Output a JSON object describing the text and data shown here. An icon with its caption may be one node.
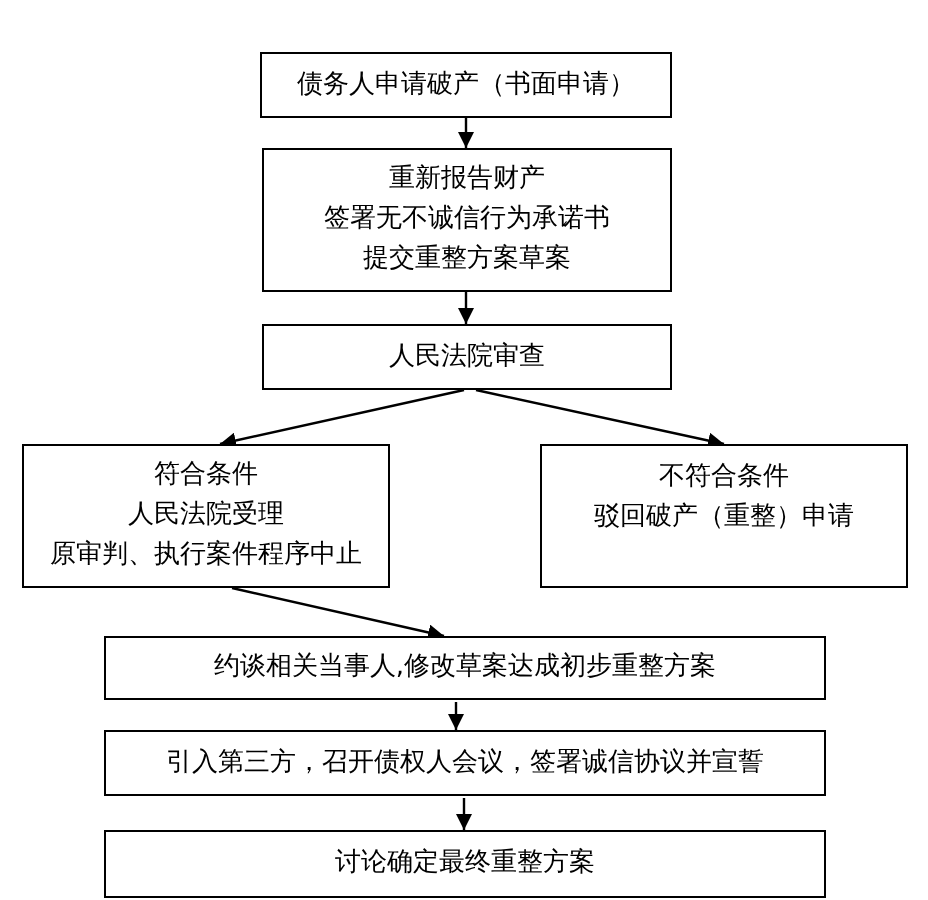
{
  "diagram": {
    "nodes": [
      {
        "text": [
          "债务人申请破产（书面申请）"
        ]
      },
      {
        "text": [
          "重新报告财产",
          "签署无不诚信行为承诺书",
          "提交重整方案草案"
        ]
      },
      {
        "text": [
          "人民法院审查"
        ]
      },
      {
        "text": [
          "符合条件",
          "人民法院受理",
          "原审判、执行案件程序中止"
        ]
      },
      {
        "text": [
          "不符合条件",
          "驳回破产（重整）申请"
        ]
      },
      {
        "text": [
          "约谈相关当事人,修改草案达成初步重整方案"
        ]
      },
      {
        "text": [
          "引入第三方，召开债权人会议，签署诚信协议并宣誓"
        ]
      },
      {
        "text": [
          "讨论确定最终重整方案"
        ]
      }
    ],
    "edges": [
      {
        "from": 0,
        "to": 1,
        "arrow": "to"
      },
      {
        "from": 1,
        "to": 2,
        "arrow": "to"
      },
      {
        "from": 2,
        "to": 3,
        "arrow": "to"
      },
      {
        "from": 2,
        "to": 4,
        "arrow": "to"
      },
      {
        "from": 3,
        "to": 5,
        "arrow": "to"
      },
      {
        "from": 5,
        "to": 6,
        "arrow": "to"
      },
      {
        "from": 6,
        "to": 7,
        "arrow": "to"
      }
    ]
  }
}
